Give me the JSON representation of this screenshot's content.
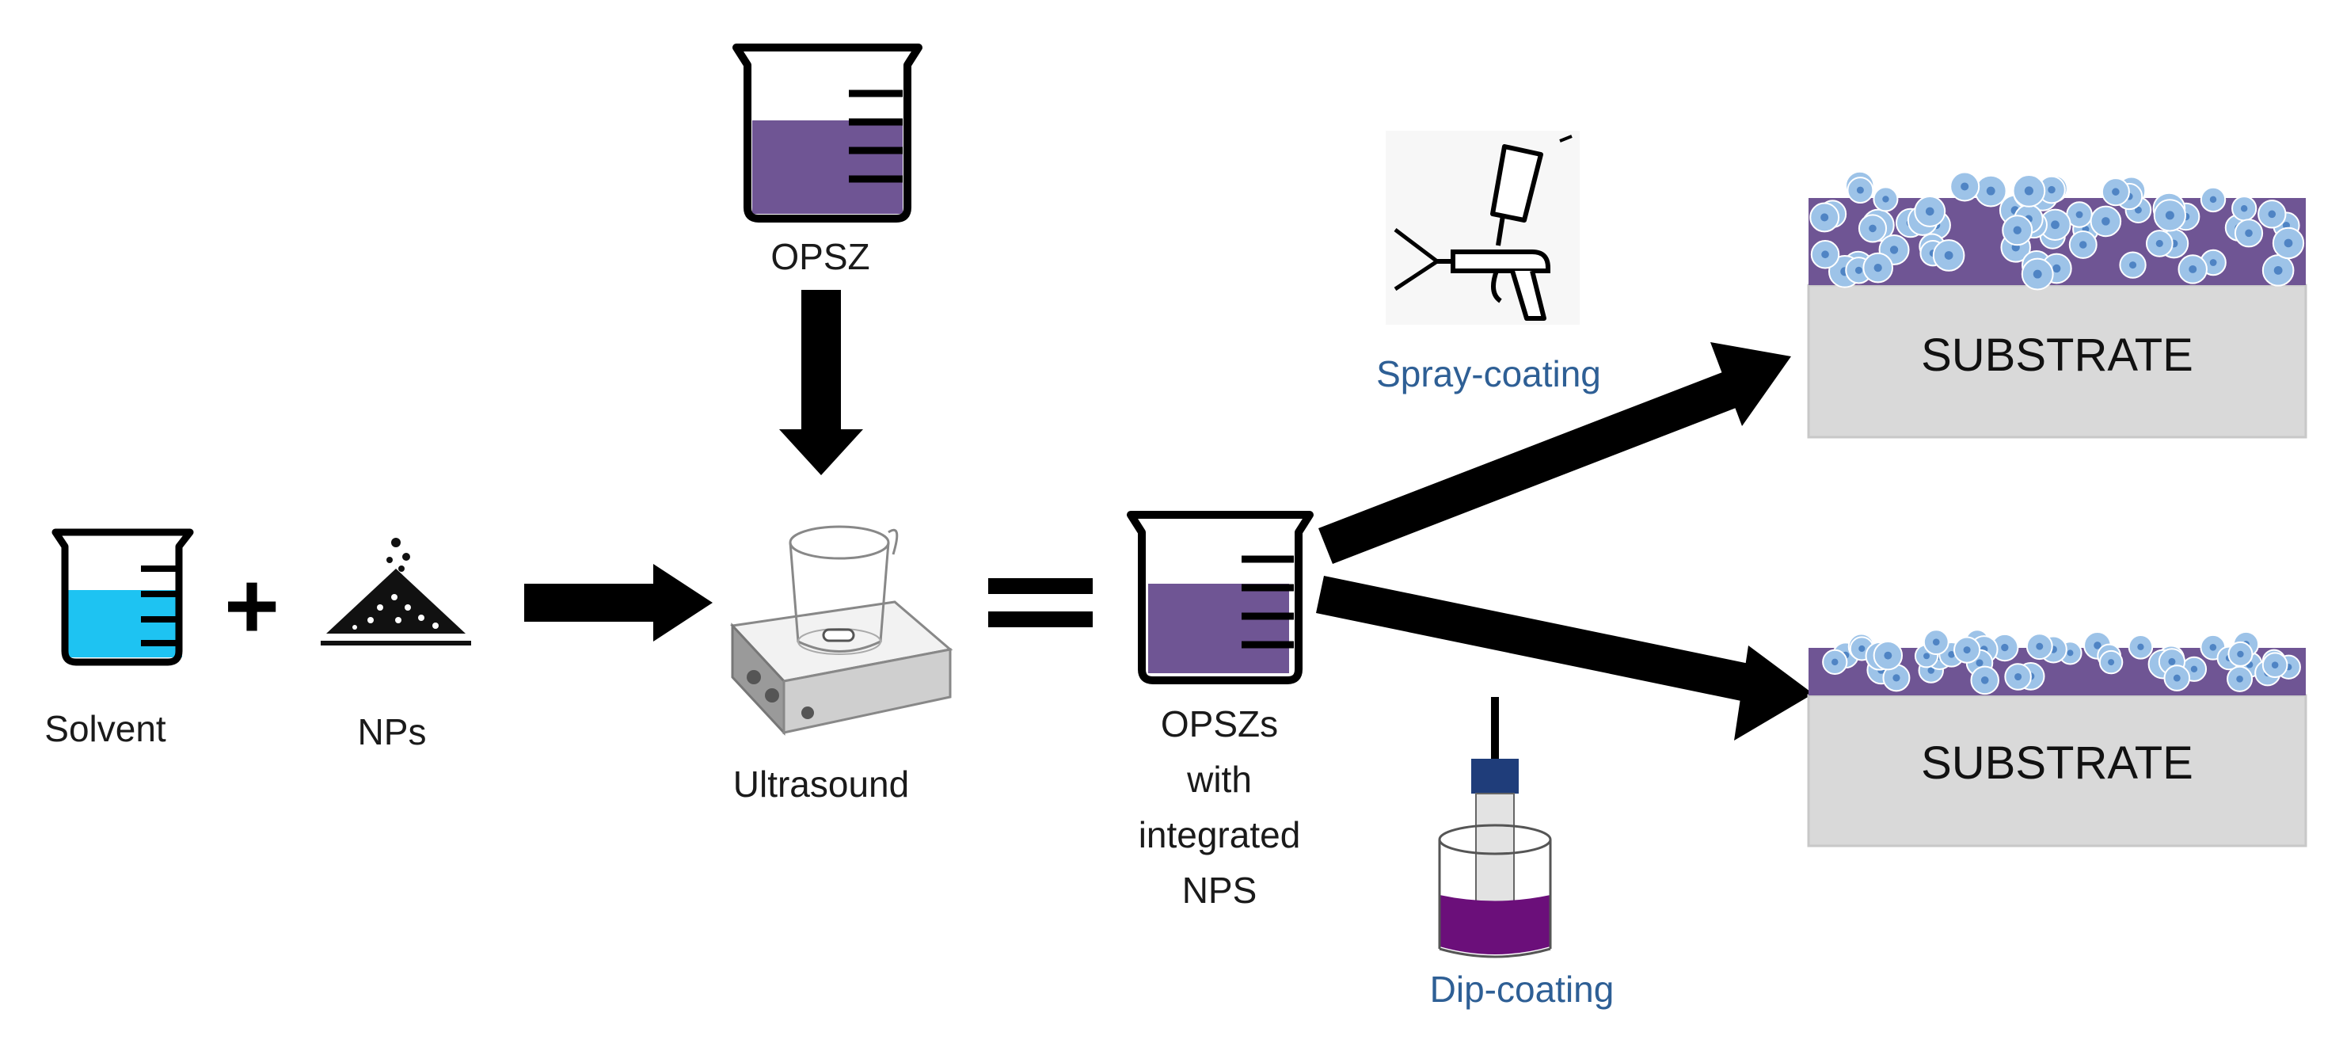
{
  "labels": {
    "solvent": "Solvent",
    "nps": "NPs",
    "opsz": "OPSZ",
    "ultrasound": "Ultrasound",
    "result_line1": "OPSZs",
    "result_line2": "with",
    "result_line3": "integrated",
    "result_line4": "NPS",
    "spray": "Spray-coating",
    "dip": "Dip-coating",
    "substrate_top": "SUBSTRATE",
    "substrate_bottom": "SUBSTRATE"
  },
  "operators": {
    "plus": "+",
    "equals": "="
  },
  "colors": {
    "solvent_liquid": "#1ec3f2",
    "opsz_liquid": "#6f5594",
    "coating_layer": "#6f5594",
    "particle": "#9dc3e8",
    "particle_core": "#4f84c4",
    "substrate": "#d9d9d9",
    "dip_liquid": "#6b0f7a",
    "dip_holder": "#1f3d7a",
    "label_blue": "#2e5f95"
  },
  "icons": [
    "beaker-icon",
    "powder-pile-icon",
    "ultrasonic-bath-icon",
    "spray-gun-icon",
    "dip-coater-icon"
  ]
}
